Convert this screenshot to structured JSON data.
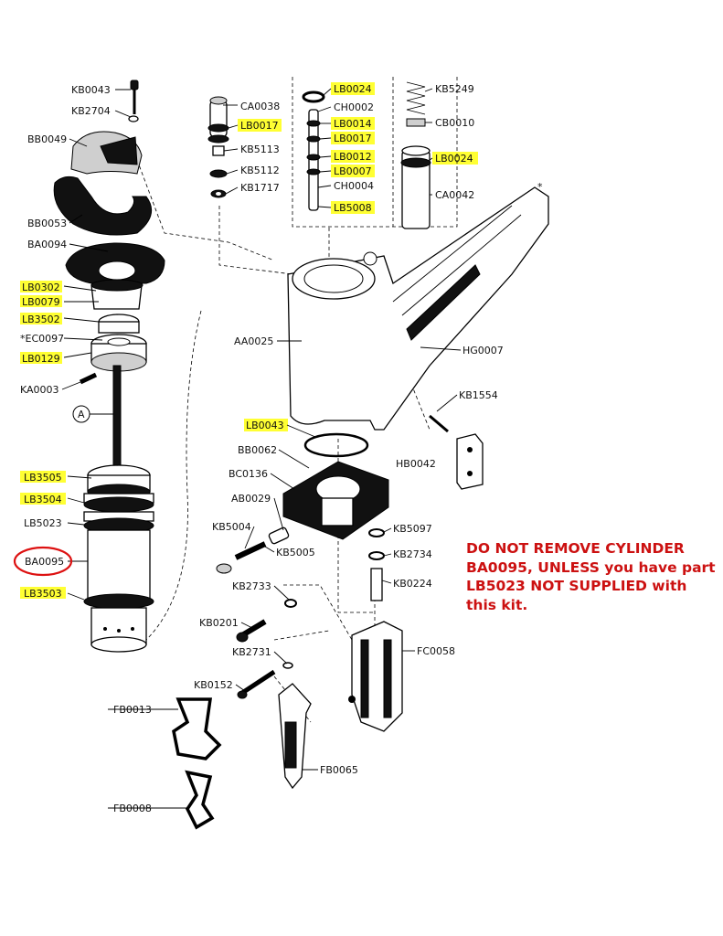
{
  "parts": {
    "kb0043": "KB0043",
    "kb2704": "KB2704",
    "bb0049": "BB0049",
    "bb0053": "BB0053",
    "ba0094": "BA0094",
    "lb0302": "LB0302",
    "lb0079": "LB0079",
    "lb3502": "LB3502",
    "ec0097": "*EC0097",
    "lb0129": "LB0129",
    "ka0003": "KA0003",
    "lb3505": "LB3505",
    "lb3504": "LB3504",
    "lb5023": "LB5023",
    "ba0095": "BA0095",
    "lb3503": "LB3503",
    "ca0038": "CA0038",
    "lb0017a": "LB0017",
    "kb5113": "KB5113",
    "kb5112": "KB5112",
    "kb1717": "KB1717",
    "lb0024a": "LB0024",
    "ch0002": "CH0002",
    "lb0014": "LB0014",
    "lb0017b": "LB0017",
    "lb0012": "LB0012",
    "lb0007": "LB0007",
    "ch0004": "CH0004",
    "lb5008": "LB5008",
    "kb5249": "KB5249",
    "cb0010": "CB0010",
    "lb0024b": "LB0024",
    "ca0042": "CA0042",
    "aa0025": "AA0025",
    "hg0007": "HG0007",
    "kb1554": "KB1554",
    "lb0043": "LB0043",
    "bb0062": "BB0062",
    "hb0042": "HB0042",
    "bc0136": "BC0136",
    "ab0029": "AB0029",
    "kb5004": "KB5004",
    "kb5097": "KB5097",
    "kb5005": "KB5005",
    "kb2734": "KB2734",
    "kb0224": "KB0224",
    "kb2733": "KB2733",
    "kb0201": "KB0201",
    "fc0058": "FC0058",
    "kb2731": "KB2731",
    "kb0152": "KB0152",
    "fb0013": "FB0013",
    "fb0065": "FB0065",
    "fb0008": "FB0008"
  },
  "callout_a": "A",
  "star": "*",
  "warning": {
    "text": "DO NOT REMOVE CYLINDER BA0095, UNLESS you have part LB5023 NOT SUPPLIED with this kit.",
    "color": "#cc1111"
  },
  "highlight_color": "#ffff33",
  "circle_color": "#dd1111"
}
